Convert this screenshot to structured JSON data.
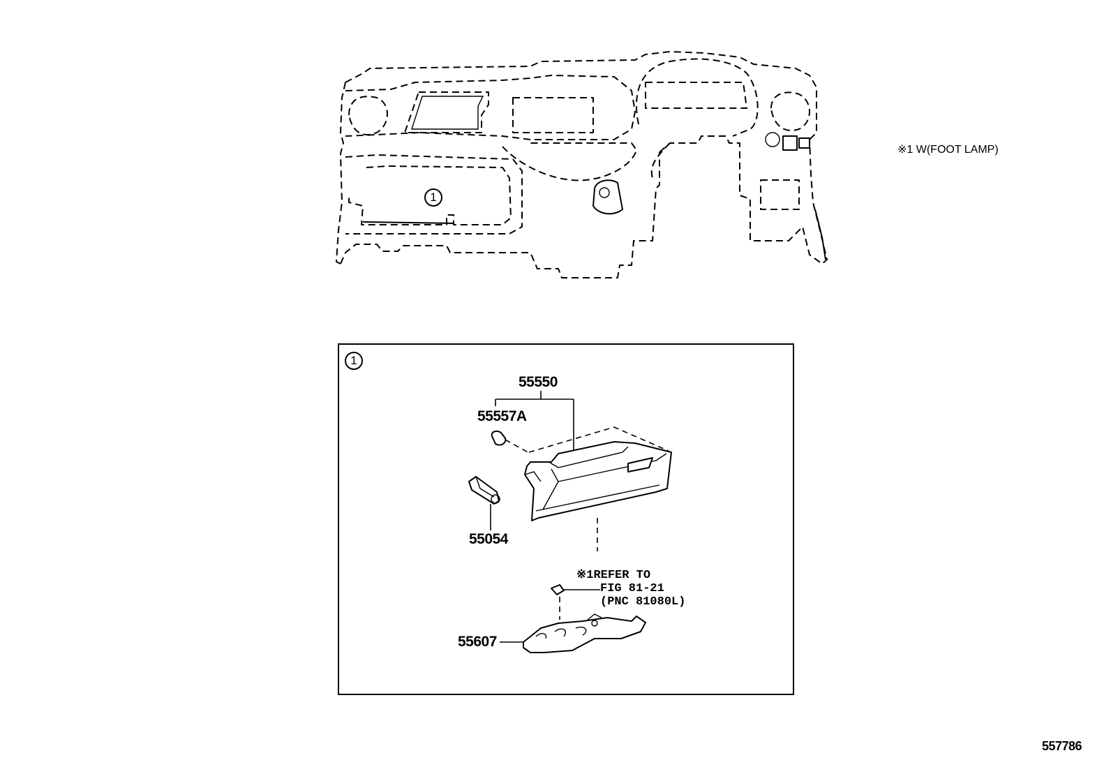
{
  "diagram": {
    "note_foot_lamp": "※1 W(FOOT LAMP)",
    "callout_main": "1",
    "callout_detail": "1",
    "parts": {
      "glove_box_assy": "55550",
      "stopper": "55557A",
      "damper": "55054",
      "cover": "55607"
    },
    "refer": {
      "line1": "※1REFER TO",
      "line2": "FIG 81-21",
      "line3": "(PNC 81080L)"
    },
    "illustration_number": "557786"
  },
  "icons": {
    "callout": "circled-number-icon"
  }
}
